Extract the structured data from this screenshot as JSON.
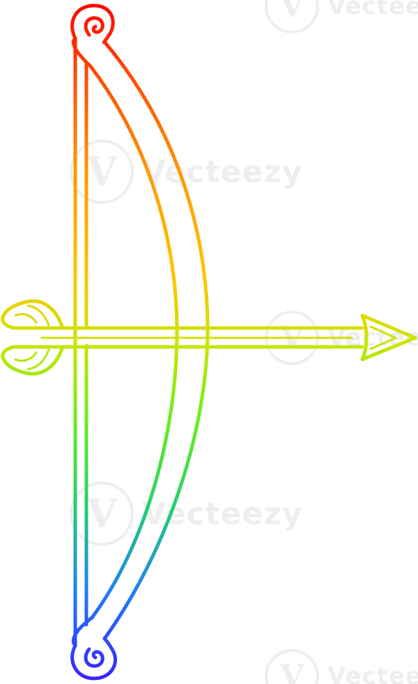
{
  "image": {
    "subject": "bow-and-arrow",
    "style": "rainbow-gradient-line-art",
    "background_color": "#ffffff",
    "gradient_colors": [
      "#ff0000",
      "#ff7a00",
      "#ffc000",
      "#c9e600",
      "#55ee22",
      "#22cc88",
      "#2266ff",
      "#3a1dff"
    ]
  },
  "watermark": {
    "text": "Vecteezy",
    "badge_glyph": "V"
  }
}
